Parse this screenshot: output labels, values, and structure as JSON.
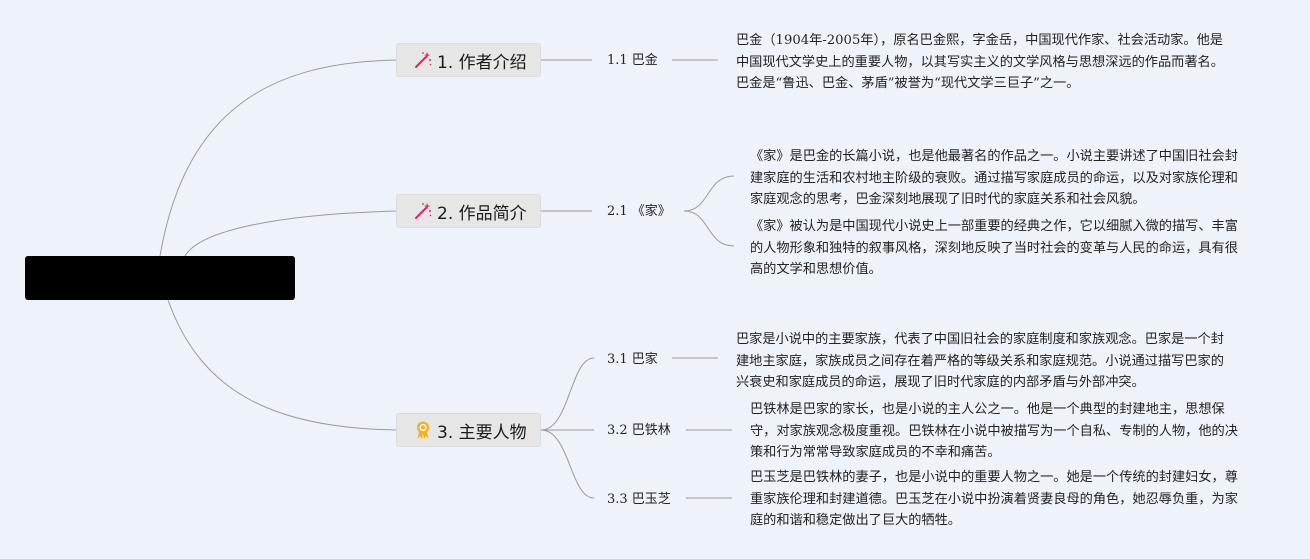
{
  "root": {
    "label": ""
  },
  "branches": [
    {
      "label": "1. 作者介绍",
      "icon": "magic-wand-icon",
      "subtopics": [
        {
          "label": "1.1 巴金",
          "paragraphs": [
            "巴金（1904年-2005年），原名巴金熙，字金岳，中国现代作家、社会活动家。他是中国现代文学史上的重要人物，以其写实主义的文学风格与思想深远的作品而著名。巴金是“鲁迅、巴金、茅盾”被誉为“现代文学三巨子”之一。"
          ]
        }
      ]
    },
    {
      "label": "2. 作品简介",
      "icon": "magic-wand-icon",
      "subtopics": [
        {
          "label": "2.1 《家》",
          "paragraphs": [
            "《家》是巴金的长篇小说，也是他最著名的作品之一。小说主要讲述了中国旧社会封建家庭的生活和农村地主阶级的衰败。通过描写家庭成员的命运，以及对家族伦理和家庭观念的思考，巴金深刻地展现了旧时代的家庭关系和社会风貌。",
            "《家》被认为是中国现代小说史上一部重要的经典之作，它以细腻入微的描写、丰富的人物形象和独特的叙事风格，深刻地反映了当时社会的变革与人民的命运，具有很高的文学和思想价值。"
          ]
        }
      ]
    },
    {
      "label": "3. 主要人物",
      "icon": "award-ribbon-icon",
      "subtopics": [
        {
          "label": "3.1 巴家",
          "paragraphs": [
            "巴家是小说中的主要家族，代表了中国旧社会的家庭制度和家族观念。巴家是一个封建地主家庭，家族成员之间存在着严格的等级关系和家庭规范。小说通过描写巴家的兴衰史和家庭成员的命运，展现了旧时代家庭的内部矛盾与外部冲突。"
          ]
        },
        {
          "label": "3.2 巴铁林",
          "paragraphs": [
            "巴铁林是巴家的家长，也是小说的主人公之一。他是一个典型的封建地主，思想保守，对家族观念极度重视。巴铁林在小说中被描写为一个自私、专制的人物，他的决策和行为常常导致家庭成员的不幸和痛苦。"
          ]
        },
        {
          "label": "3.3 巴玉芝",
          "paragraphs": [
            "巴玉芝是巴铁林的妻子，也是小说中的重要人物之一。她是一个传统的封建妇女，尊重家族伦理和封建道德。巴玉芝在小说中扮演着贤妻良母的角色，她忍辱负重，为家庭的和谐和稳定做出了巨大的牺牲。"
          ]
        }
      ]
    }
  ],
  "colors": {
    "background": "#eef3fa",
    "root": "#000000",
    "topic": "#e6e6e6",
    "connector": "#9a9a9a",
    "wand_icon": "#e0245e",
    "award_icon": "#f2b321"
  }
}
